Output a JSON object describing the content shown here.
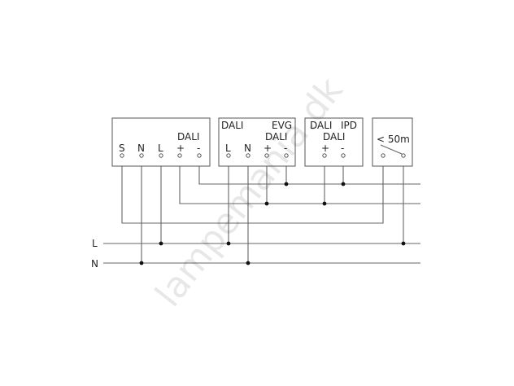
{
  "devices": {
    "sensor": {
      "dali": "DALI",
      "s": "S",
      "n": "N",
      "l": "L",
      "plus": "+",
      "minus": "-"
    },
    "evg": {
      "dali_left": "DALI",
      "evg": "EVG",
      "dali": "DALI",
      "l": "L",
      "n": "N",
      "plus": "+",
      "minus": "-"
    },
    "ipd": {
      "dali_left": "DALI",
      "ipd": "IPD",
      "dali": "DALI",
      "plus": "+",
      "minus": "-"
    },
    "switch": {
      "label": "< 50m"
    }
  },
  "bus": {
    "l": "L",
    "n": "N"
  },
  "watermark": "lampemania.dk"
}
